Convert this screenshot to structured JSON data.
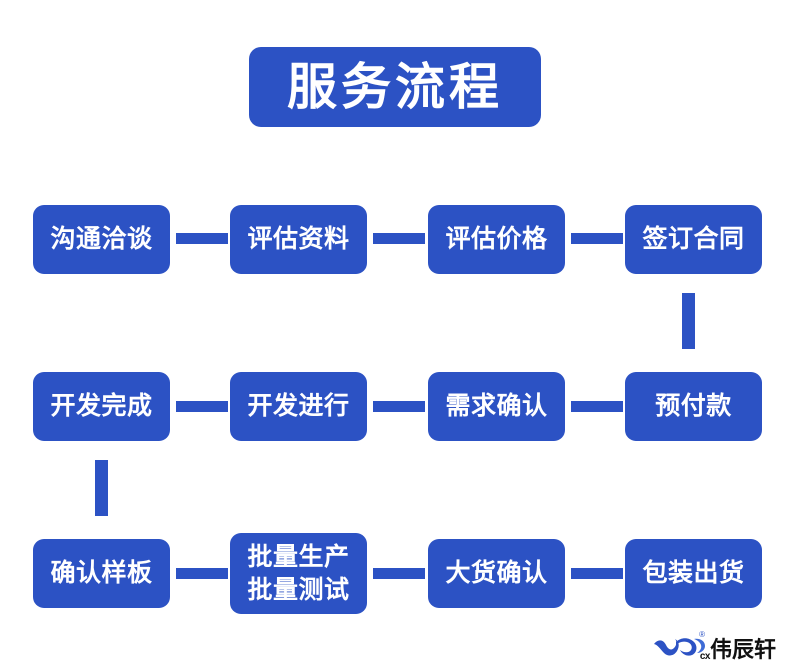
{
  "header": {
    "title": "服务流程"
  },
  "theme": {
    "accent": "#2C52C4",
    "box_text_color": "#FFFFFF",
    "background": "#FFFFFF",
    "logo_text_color": "#111111"
  },
  "flow": {
    "rows": [
      {
        "direction": "left-to-right",
        "nodes": [
          {
            "label": "沟通洽谈"
          },
          {
            "label": "评估资料"
          },
          {
            "label": "评估价格"
          },
          {
            "label": "签订合同"
          }
        ]
      },
      {
        "direction": "right-to-left",
        "nodes": [
          {
            "label": "开发完成"
          },
          {
            "label": "开发进行"
          },
          {
            "label": "需求确认"
          },
          {
            "label": "预付款"
          }
        ]
      },
      {
        "direction": "left-to-right",
        "nodes": [
          {
            "label": "确认样板"
          },
          {
            "label": "批量生产\n批量测试"
          },
          {
            "label": "大货确认"
          },
          {
            "label": "包装出货"
          }
        ]
      }
    ],
    "connector_labels": {
      "horizontal": "connector",
      "vertical": "connector"
    }
  },
  "logo": {
    "registered_mark": "®",
    "sub_mark": "cx",
    "brand_text": "伟辰轩"
  }
}
